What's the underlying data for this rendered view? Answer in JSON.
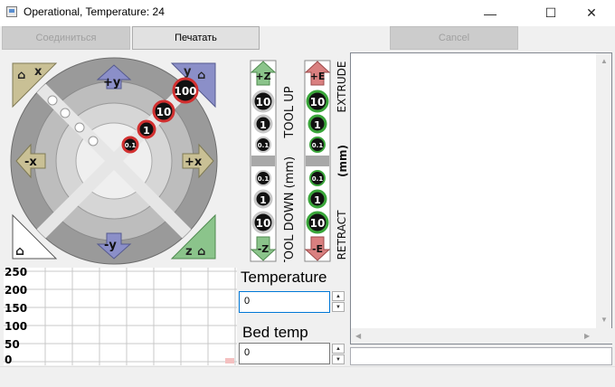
{
  "window": {
    "title": "Operational, Temperature: 24",
    "minimize": "—",
    "maximize": "☐",
    "close": "✕"
  },
  "toolbar": {
    "connect_label": "Соединиться",
    "print_label": "Печатать",
    "cancel_label": "Cancel"
  },
  "jog": {
    "home_x": "x",
    "home_y": "y",
    "home_z": "z",
    "plus_y": "+y",
    "minus_y": "-y",
    "plus_x": "+x",
    "minus_x": "-x",
    "step_100": "100",
    "step_10": "10",
    "step_1": "1",
    "step_01": "0.1"
  },
  "z_controls": {
    "plus_label": "+Z",
    "minus_label": "-Z",
    "up_caption": "TOOL UP",
    "down_caption": "TOOL DOWN (mm)",
    "steps": [
      "10",
      "1",
      "0.1"
    ]
  },
  "e_controls": {
    "plus_label": "+E",
    "minus_label": "-E",
    "up_caption": "EXTRUDE",
    "unit_caption": "(mm)",
    "down_caption": "RETRACT",
    "steps": [
      "10",
      "1",
      "0.1"
    ]
  },
  "temperature": {
    "label": "Temperature",
    "value": "0"
  },
  "bed_temp": {
    "label": "Bed temp",
    "value": "0"
  },
  "spinner": {
    "up": "▲",
    "down": "▼"
  },
  "log": {
    "scroll_up": "▲",
    "scroll_down": "▼",
    "scroll_left": "◀",
    "scroll_right": "▶"
  },
  "chart_data": {
    "type": "line",
    "ylim": [
      0,
      250
    ],
    "yticks": [
      "250",
      "200",
      "150",
      "100",
      "50",
      "0"
    ],
    "series": []
  },
  "colors": {
    "accent_focus": "#0078d7",
    "y_axis_blue": "#8b8fc8",
    "x_axis_tan": "#c9c095",
    "z_green": "#8bc48b",
    "e_red": "#d98080",
    "step_ring_red": "#d23030",
    "step_ring_green": "#3aa63a"
  }
}
